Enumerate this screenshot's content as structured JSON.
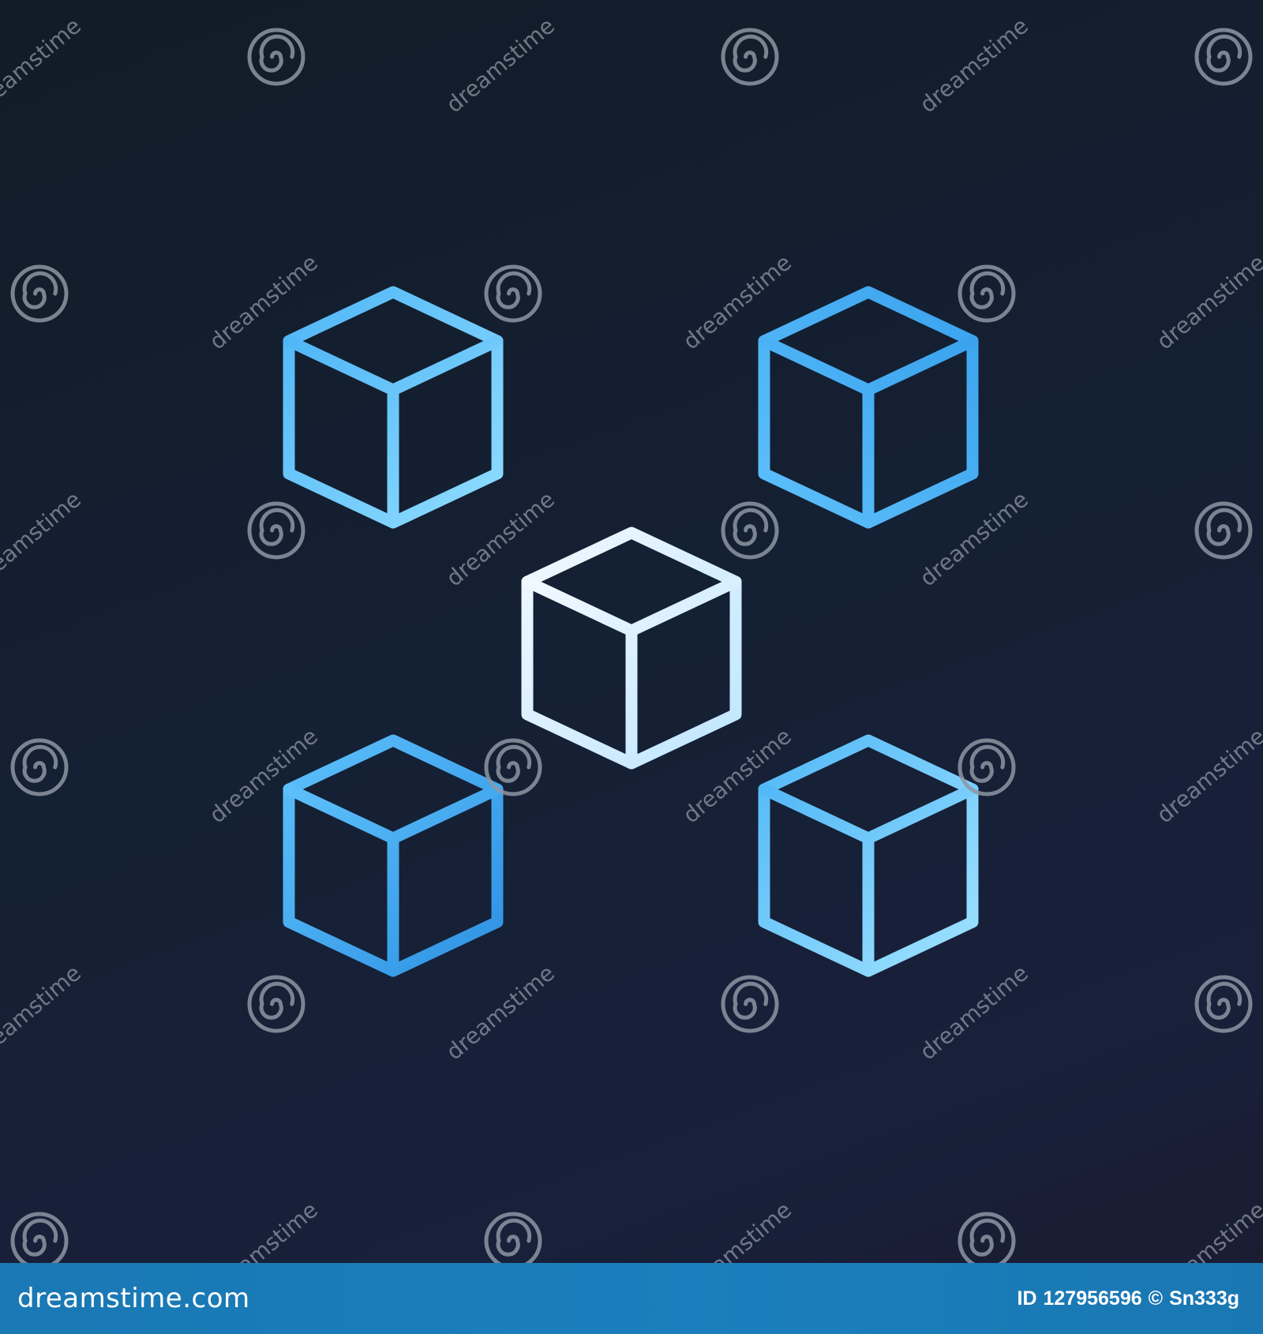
{
  "image": {
    "subject": "",
    "colors": {
      "background_top": "#111c28",
      "background_bottom": "#1a1c30",
      "outline_blue": "#3aa2ee",
      "outline_light_blue": "#8fdcff",
      "center_cube_light": "#e6f4ff",
      "watermark": "#8d96a3",
      "footer_bar": "#1a78b4"
    },
    "icons": [
      "node-cube-icon",
      "center-cube-icon",
      "dreamstime-spiral-icon"
    ]
  },
  "watermark": {
    "text": "dreamstime"
  },
  "footer": {
    "brand": "dreamstime.com",
    "id_label": "ID",
    "id_value": "127956596",
    "copyright": "©",
    "author": "Sn333g"
  }
}
